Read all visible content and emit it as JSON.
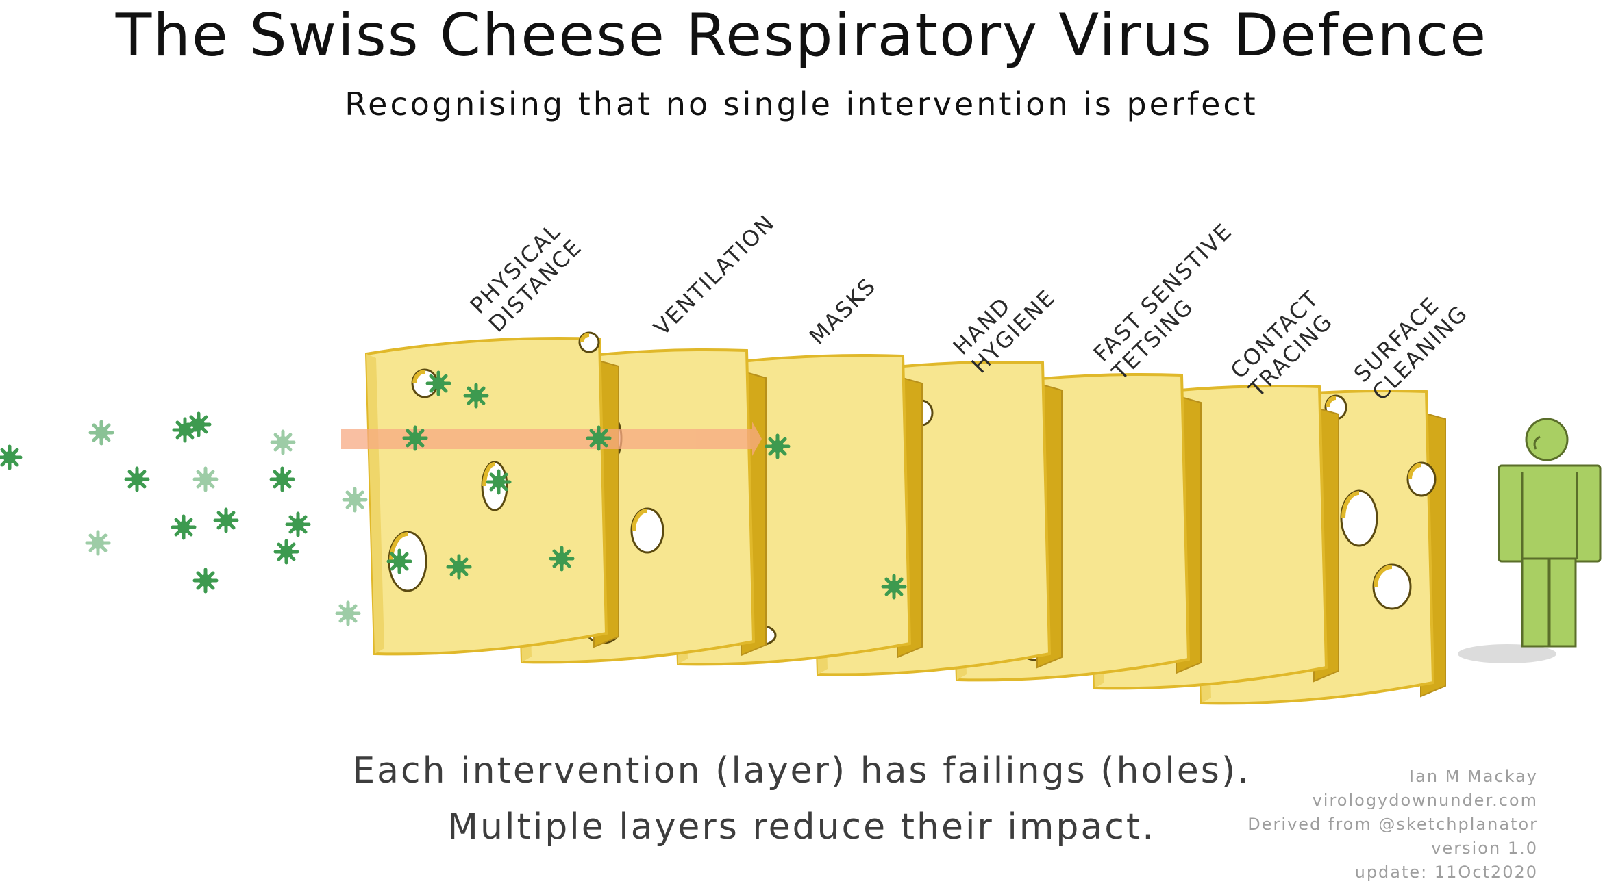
{
  "title": "The Swiss Cheese Respiratory Virus Defence",
  "subtitle": "Recognising that no single intervention is perfect",
  "layers": [
    {
      "label_lines": [
        "Physical",
        "Distance"
      ]
    },
    {
      "label_lines": [
        "Ventilation"
      ]
    },
    {
      "label_lines": [
        "Masks"
      ]
    },
    {
      "label_lines": [
        "Hand",
        "Hygiene"
      ]
    },
    {
      "label_lines": [
        "Fast Senstive",
        "Tetsing"
      ]
    },
    {
      "label_lines": [
        "Contact",
        "Tracing"
      ]
    },
    {
      "label_lines": [
        "Surface",
        "Cleaning"
      ]
    }
  ],
  "caption": {
    "line1": "Each intervention (layer) has failings (holes).",
    "line2": "Multiple layers reduce their impact."
  },
  "credits": {
    "author": "Ian M Mackay",
    "site": "virologydownunder.com",
    "derived": "Derived from @sketchplanator",
    "version": "version 1.0",
    "update": "update: 11Oct2020"
  },
  "colors": {
    "cheese": "#f7e690",
    "cheese_edge": "#e0b82a",
    "cheese_side": "#d3a91a",
    "virus": "#3d9a4f",
    "arrow": "#f7a983",
    "person": "#a9cf63"
  },
  "icons": [
    "virus-icon",
    "person-icon",
    "arrow-icon"
  ]
}
